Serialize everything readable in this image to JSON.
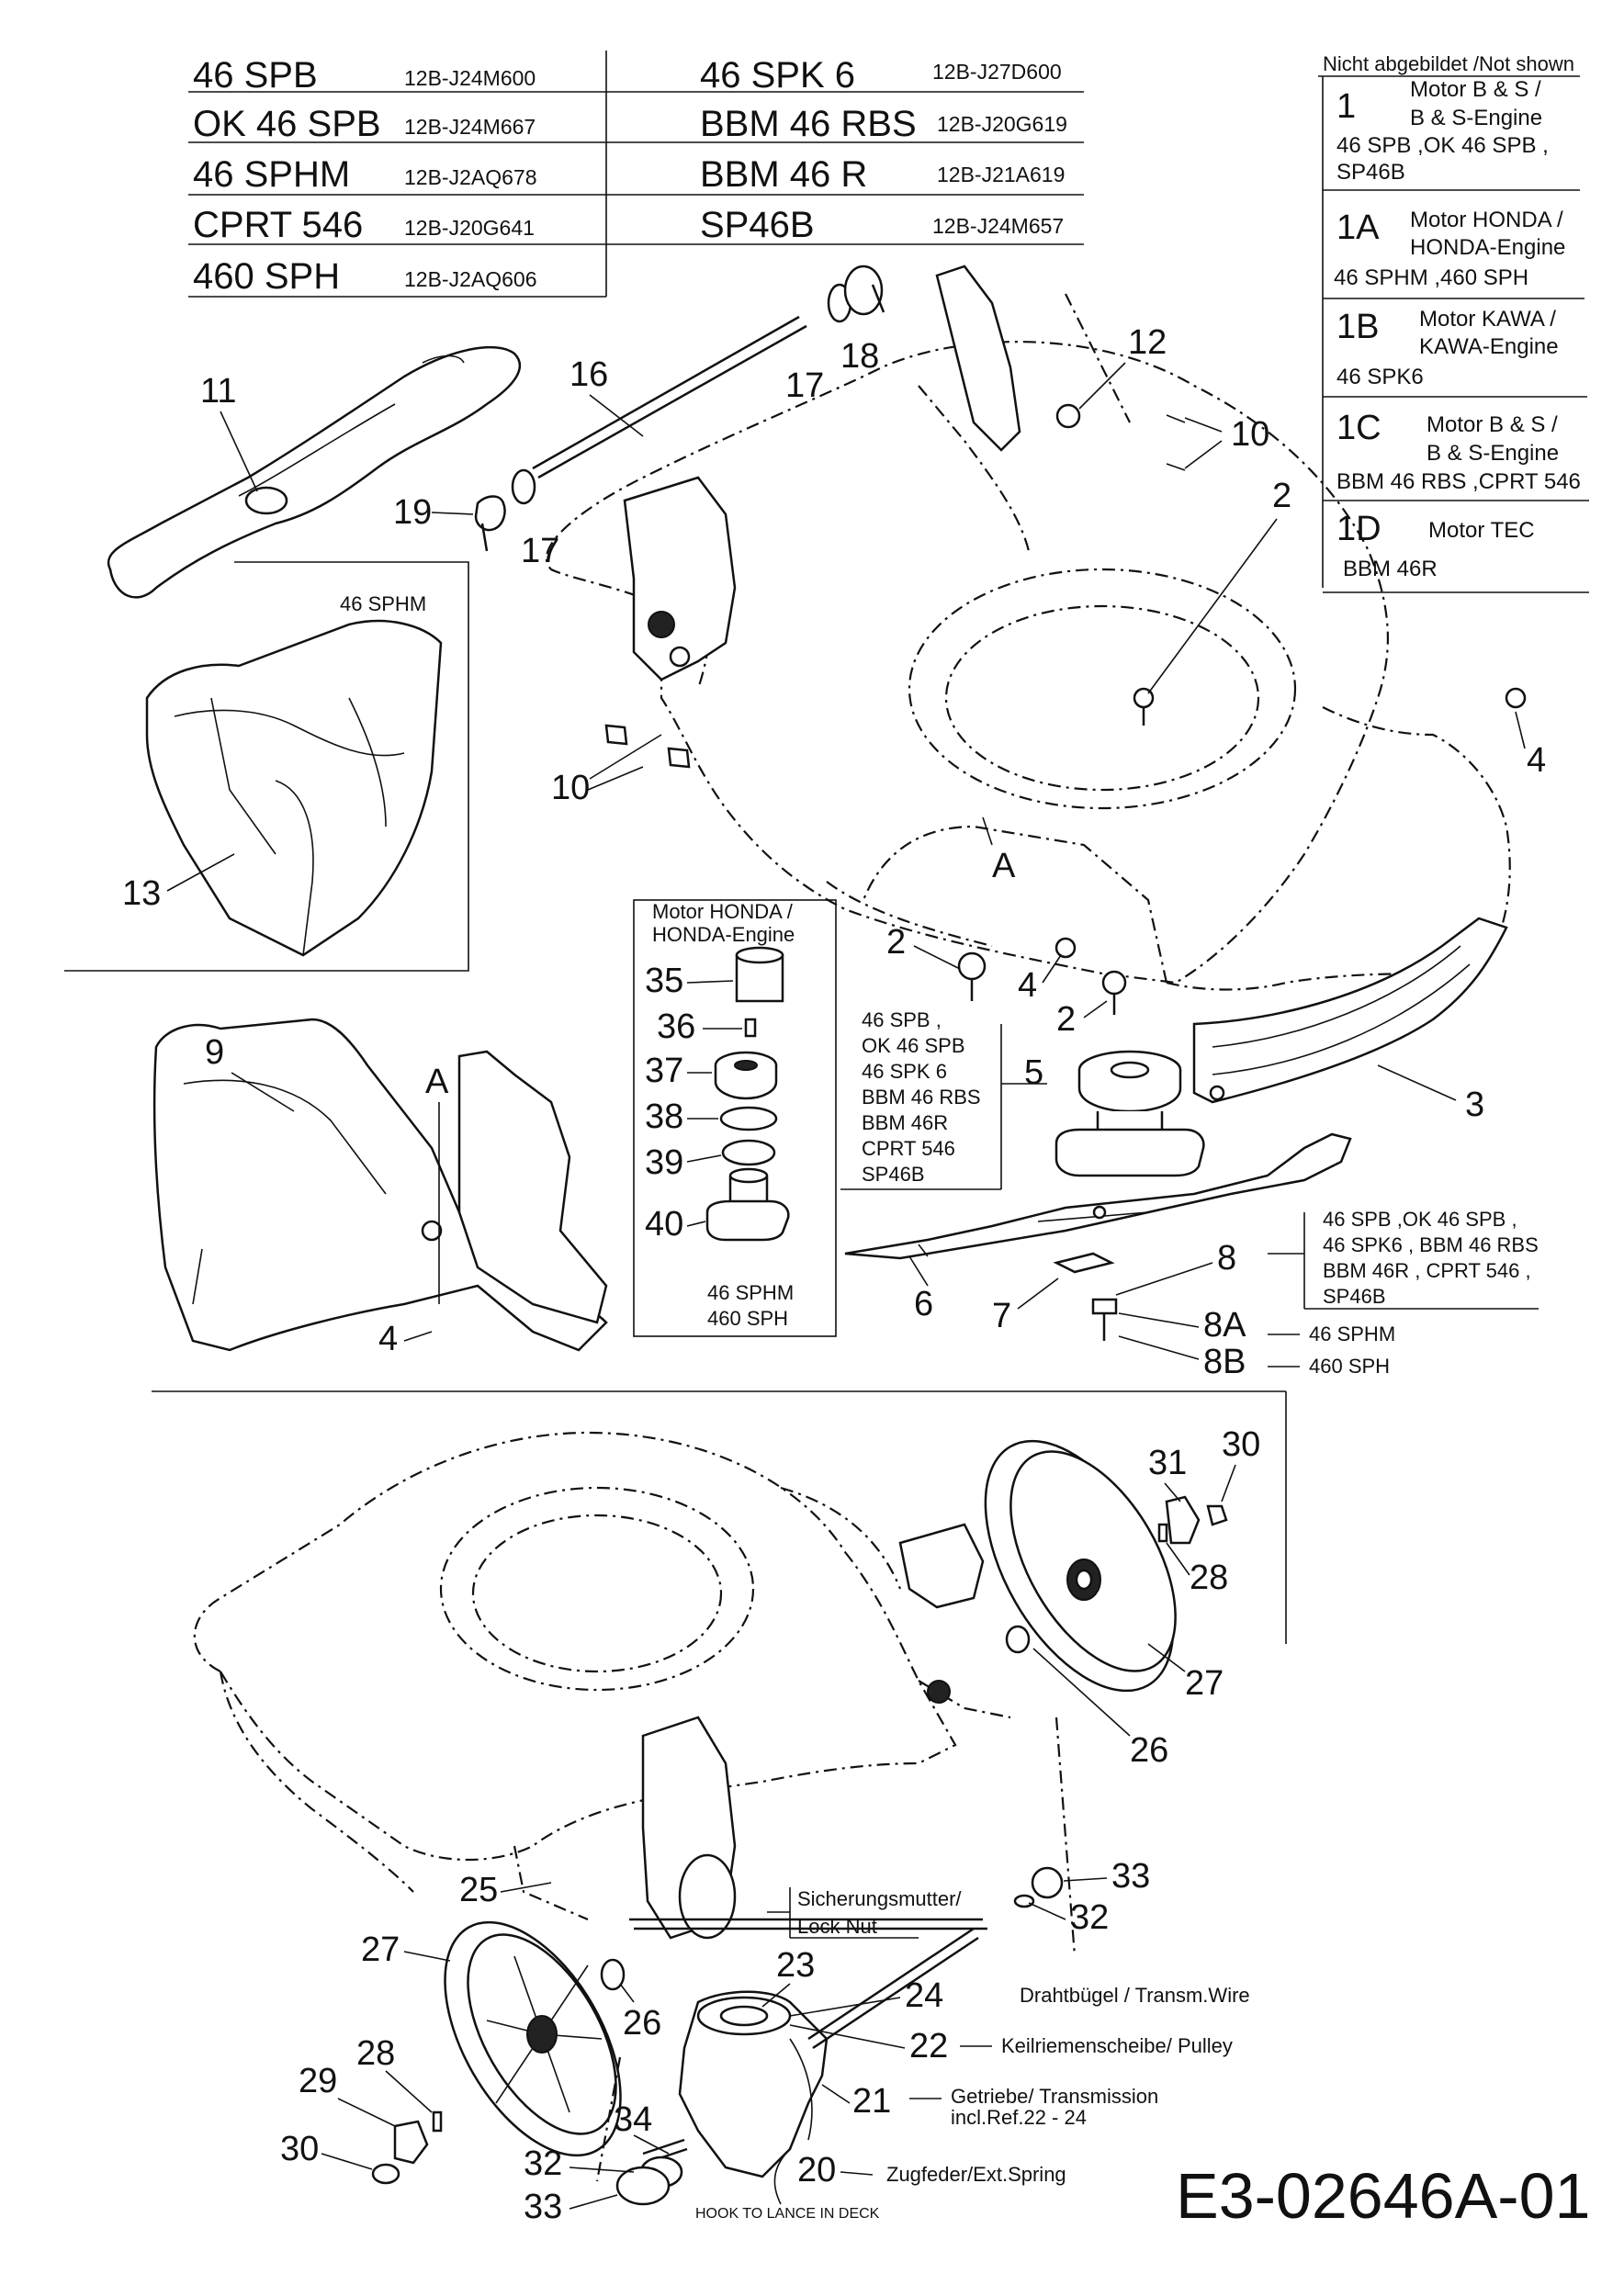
{
  "models": [
    {
      "name": "46 SPB",
      "code": "12B-J24M600"
    },
    {
      "name": "OK 46 SPB",
      "code": "12B-J24M667"
    },
    {
      "name": "46 SPHM",
      "code": "12B-J2AQ678"
    },
    {
      "name": "CPRT 546",
      "code": "12B-J20G641"
    },
    {
      "name": "460 SPH",
      "code": "12B-J2AQ606"
    },
    {
      "name": "46 SPK 6",
      "code": "12B-J27D600"
    },
    {
      "name": "BBM 46 RBS",
      "code": "12B-J20G619"
    },
    {
      "name": "BBM 46 R",
      "code": "12B-J21A619"
    },
    {
      "name": "SP46B",
      "code": "12B-J24M657"
    }
  ],
  "not_shown": {
    "header": "Nicht abgebildet /Not shown",
    "rows": [
      {
        "id": "1",
        "motor": "Motor B & S /",
        "engine": "B & S-Engine",
        "models": "46 SPB ,OK 46 SPB ,",
        "models2": "SP46B"
      },
      {
        "id": "1A",
        "motor": "Motor HONDA /",
        "engine": "HONDA-Engine",
        "models": "46 SPHM ,460 SPH",
        "models2": ""
      },
      {
        "id": "1B",
        "motor": "Motor KAWA /",
        "engine": "KAWA-Engine",
        "models": "46 SPK6",
        "models2": ""
      },
      {
        "id": "1C",
        "motor": "Motor B & S /",
        "engine": "B & S-Engine",
        "models": "BBM 46 RBS ,CPRT 546",
        "models2": ""
      },
      {
        "id": "1D",
        "motor": "Motor TEC",
        "engine": "",
        "models": "BBM 46R",
        "models2": ""
      }
    ]
  },
  "honda_box": {
    "title1": "Motor HONDA /",
    "title2": "HONDA-Engine",
    "footer1": "46 SPHM",
    "footer2": "460 SPH"
  },
  "adapter_models": [
    "46 SPB ,",
    "OK 46 SPB",
    "46 SPK 6",
    "BBM 46 RBS",
    "BBM 46R",
    "CPRT 546",
    "SP46B"
  ],
  "blade_models": [
    "46 SPB ,OK 46 SPB ,",
    "46 SPK6 , BBM 46 RBS",
    "BBM 46R , CPRT 546 ,",
    "SP46B"
  ],
  "bolt_variants": [
    {
      "ref": "8A",
      "model": "46 SPHM"
    },
    {
      "ref": "8B",
      "model": "460 SPH"
    }
  ],
  "mulch_label": "46 SPHM",
  "section_marker": "A",
  "part_refs": {
    "p2": "2",
    "p3": "3",
    "p4": "4",
    "p5": "5",
    "p6": "6",
    "p7": "7",
    "p8": "8",
    "p9": "9",
    "p10": "10",
    "p11": "11",
    "p12": "12",
    "p13": "13",
    "p16": "16",
    "p17": "17",
    "p18": "18",
    "p19": "19",
    "p20": "20",
    "p21": "21",
    "p22": "22",
    "p23": "23",
    "p24": "24",
    "p25": "25",
    "p26": "26",
    "p27": "27",
    "p28": "28",
    "p29": "29",
    "p30": "30",
    "p31": "31",
    "p32": "32",
    "p33": "33",
    "p34": "34",
    "p35": "35",
    "p36": "36",
    "p37": "37",
    "p38": "38",
    "p39": "39",
    "p40": "40"
  },
  "callouts": {
    "lock_nut_1": "Sicherungsmutter/",
    "lock_nut_2": "Lock Nut",
    "wire": "Drahtbügel / Transm.Wire",
    "pulley": "Keilriemenscheibe/ Pulley",
    "transmission_1": "Getriebe/ Transmission",
    "transmission_2": "incl.Ref.22 - 24",
    "spring": "Zugfeder/Ext.Spring",
    "hook": "HOOK TO LANCE IN DECK"
  },
  "drawing_id": "E3-02646A-01"
}
